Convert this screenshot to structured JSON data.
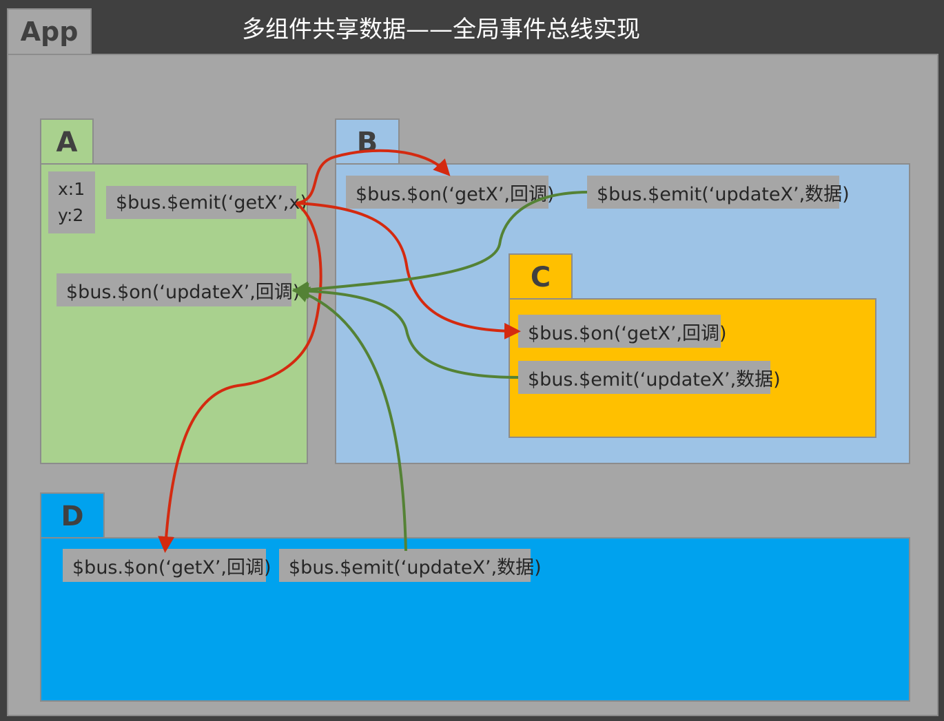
{
  "header": {
    "app_label": "App",
    "title": "多组件共享数据——全局事件总线实现"
  },
  "components": {
    "a": {
      "name": "A",
      "var_x": "x:1",
      "var_y": "y:2",
      "emit_label": "$bus.$emit(‘getX’,x)",
      "on_label": "$bus.$on(‘updateX’,回调)"
    },
    "b": {
      "name": "B",
      "on_label": "$bus.$on(‘getX’,回调)",
      "emit_label": "$bus.$emit(‘updateX’,数据)"
    },
    "c": {
      "name": "C",
      "on_label": "$bus.$on(‘getX’,回调)",
      "emit_label": "$bus.$emit(‘updateX’,数据)"
    },
    "d": {
      "name": "D",
      "on_label": "$bus.$on(‘getX’,回调)",
      "emit_label": "$bus.$emit(‘updateX’,数据)"
    }
  },
  "colors": {
    "component_a": "#a9d18e",
    "component_b": "#9dc3e6",
    "component_c": "#ffc000",
    "component_d": "#00a2ee",
    "getx_arrow": "#d42a10",
    "updatex_arrow": "#548235"
  }
}
